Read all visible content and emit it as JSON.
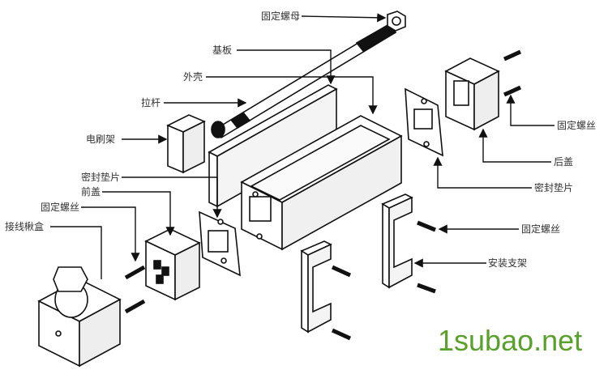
{
  "labels": {
    "fixing_nut": "固定螺母",
    "base_plate": "基板",
    "housing": "外壳",
    "tie_rod": "拉杆",
    "brush_holder": "电刷架",
    "seal_gasket_front": "密封垫片",
    "front_cover": "前盖",
    "fixing_screw_front": "固定螺丝",
    "junction_box": "接线楸盒",
    "fixing_screw_rear": "固定螺丝",
    "rear_cover": "后盖",
    "seal_gasket_rear": "密封垫片",
    "fixing_screw_bracket": "固定螺丝",
    "mounting_bracket": "安装支架"
  },
  "watermark": "1subao.net"
}
